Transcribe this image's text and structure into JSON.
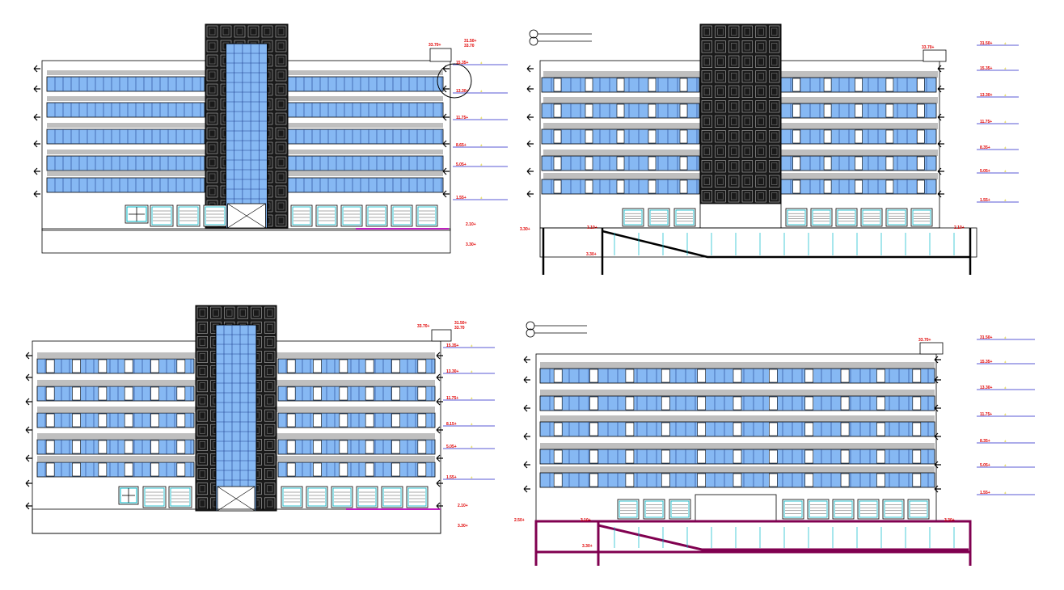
{
  "colors": {
    "glass": "#86b8f3",
    "spandrel": "#bfbfbf",
    "outline": "#000000",
    "tower": "#1a1a1a",
    "level_red": "#e00000",
    "level_yellow": "#d8c800",
    "basement": "#800050",
    "door_cyan": "#00b8c8",
    "guide_blue": "#2020c8"
  },
  "elevations": [
    {
      "id": "elev-top-left",
      "roof_mark": "33.70",
      "top_marks": [
        "31.50",
        "33.70"
      ],
      "levels": [
        "15.35",
        "13.30",
        "11.75",
        "8.65",
        "5.05",
        "1.55"
      ],
      "ground_mark": "2.10",
      "basement_mark": "3.30"
    },
    {
      "id": "elev-top-right",
      "roof_mark": "33.70",
      "top_marks": [
        "31.50",
        "33.70"
      ],
      "levels": [
        "15.35",
        "13.30",
        "11.75",
        "8.35",
        "5.05",
        "1.55"
      ],
      "ground_mark": "2.10",
      "basement_mark": "3.30",
      "side_marks": [
        "3.30",
        "3.10"
      ]
    },
    {
      "id": "elev-bottom-left",
      "roof_mark": "33.70",
      "top_marks": [
        "31.50",
        "33.70"
      ],
      "levels": [
        "15.35",
        "13.30",
        "11.75",
        "8.15",
        "5.05",
        "1.55"
      ],
      "ground_mark": "2.10",
      "basement_mark": "3.30"
    },
    {
      "id": "elev-bottom-right",
      "roof_mark": "33.70",
      "top_marks": [
        "31.50",
        "33.70"
      ],
      "levels": [
        "15.35",
        "13.30",
        "11.75",
        "8.35",
        "5.05",
        "1.55"
      ],
      "ground_mark": "3.10",
      "basement_mark": "3.30",
      "side_marks": [
        "2.50",
        "3.30"
      ]
    }
  ]
}
